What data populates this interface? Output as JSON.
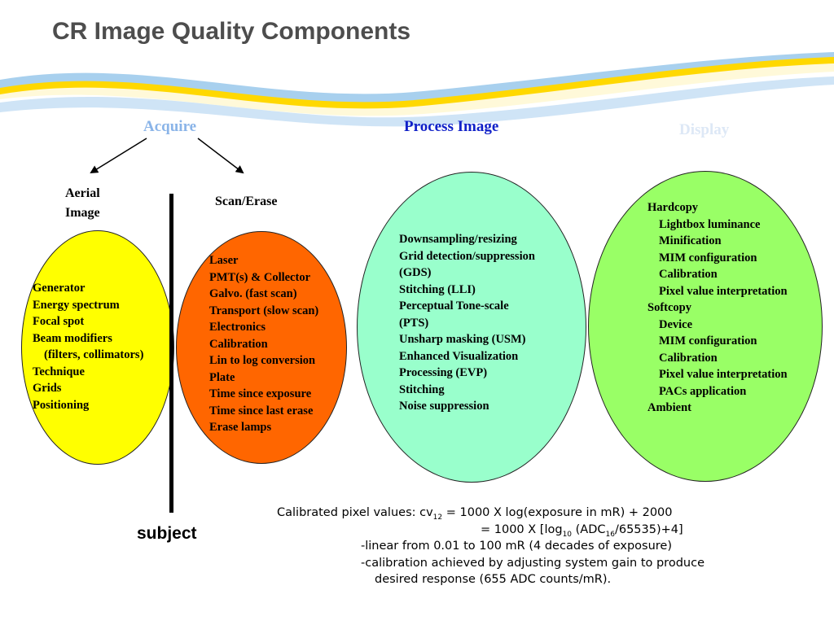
{
  "slide": {
    "title": "CR Image Quality Components",
    "headers": {
      "acquire": "Acquire",
      "process": "Process Image",
      "display": "Display"
    },
    "labels": {
      "aerial": "Aerial Image",
      "scan_erase": "Scan/Erase",
      "subject": "subject"
    },
    "colors": {
      "yellow": "#ffff00",
      "orange": "#ff6600",
      "cyan": "#99ffcc",
      "green": "#99ff66",
      "title": "#4d4d4d",
      "process_header": "#1020c8",
      "acquire_header": "#8ab4e8"
    },
    "aerial_items": [
      "Generator",
      "Energy spectrum",
      "Focal spot",
      "Beam modifiers",
      "(filters, collimators)",
      "Technique",
      "Grids",
      "Positioning"
    ],
    "scan_items": [
      "Laser",
      "PMT(s) & Collector",
      "Galvo. (fast scan)",
      "Transport (slow scan)",
      "Electronics",
      "Calibration",
      "Lin to log conversion",
      "Plate",
      "Time since exposure",
      "Time since last erase",
      "Erase lamps"
    ],
    "process_items": [
      "Downsampling/resizing",
      "Grid detection/suppression",
      "(GDS)",
      "Stitching (LLI)",
      "Perceptual Tone-scale",
      "(PTS)",
      "Unsharp masking (USM)",
      "Enhanced Visualization",
      "Processing (EVP)",
      "Stitching",
      "Noise suppression"
    ],
    "display_items": [
      "Hardcopy",
      "Lightbox luminance",
      "Minification",
      "MIM configuration",
      "Calibration",
      "Pixel value interpretation",
      "Softcopy",
      "Device",
      "MIM configuration",
      "Calibration",
      "Pixel value interpretation",
      "PACs application",
      "Ambient"
    ],
    "calibration": {
      "l1a": "Calibrated pixel values: cv",
      "l1s": "12",
      "l1b": " = 1000 X log(exposure in mR) + 2000",
      "l2a": "= 1000 X [log",
      "l2s1": "10",
      "l2b": " (ADC",
      "l2s2": "16",
      "l2c": "/65535)+4]",
      "l3": "-linear from 0.01 to 100 mR (4 decades of exposure)",
      "l4": "-calibration achieved by adjusting system gain to produce",
      "l5": "desired response (655 ADC counts/mR)."
    }
  }
}
